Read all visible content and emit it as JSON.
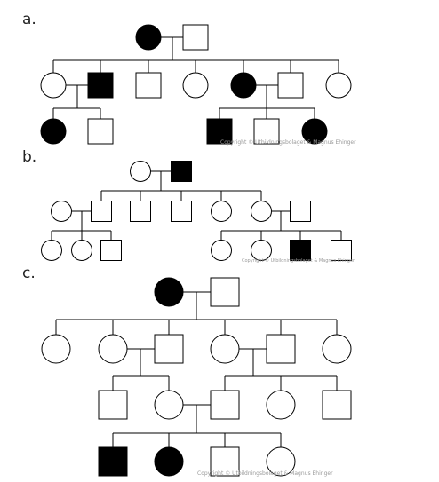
{
  "panels": [
    {
      "label": "a.",
      "copyright": "Copyright © Utbildningsbolaget & Magnus Ehinger",
      "generations": [
        {
          "individuals": [
            {
              "sex": "female",
              "affected": true
            },
            {
              "sex": "male",
              "affected": false
            }
          ]
        },
        {
          "individuals": [
            {
              "sex": "female",
              "affected": false
            },
            {
              "sex": "male",
              "affected": true
            },
            {
              "sex": "male",
              "affected": false
            },
            {
              "sex": "female",
              "affected": false
            },
            {
              "sex": "female",
              "affected": true
            },
            {
              "sex": "male",
              "affected": false
            },
            {
              "sex": "female",
              "affected": false
            }
          ]
        },
        {
          "individuals": [
            {
              "sex": "female",
              "affected": true
            },
            {
              "sex": "male",
              "affected": false
            },
            {
              "sex": "male",
              "affected": true
            },
            {
              "sex": "male",
              "affected": false
            },
            {
              "sex": "female",
              "affected": true
            }
          ]
        }
      ]
    },
    {
      "label": "b.",
      "copyright": "Copyright © Utbildningsbolaget & Magnus Ehinger",
      "generations": [
        {
          "individuals": [
            {
              "sex": "female",
              "affected": false
            },
            {
              "sex": "male",
              "affected": true
            }
          ]
        },
        {
          "individuals": [
            {
              "sex": "female",
              "affected": false
            },
            {
              "sex": "male",
              "affected": false
            },
            {
              "sex": "male",
              "affected": false
            },
            {
              "sex": "male",
              "affected": false
            },
            {
              "sex": "female",
              "affected": false
            },
            {
              "sex": "female",
              "affected": false
            },
            {
              "sex": "male",
              "affected": false
            }
          ]
        },
        {
          "individuals": [
            {
              "sex": "female",
              "affected": false
            },
            {
              "sex": "female",
              "affected": false
            },
            {
              "sex": "male",
              "affected": false
            },
            {
              "sex": "female",
              "affected": false
            },
            {
              "sex": "female",
              "affected": false
            },
            {
              "sex": "male",
              "affected": true
            },
            {
              "sex": "male",
              "affected": false
            }
          ]
        }
      ]
    },
    {
      "label": "c.",
      "copyright": "Copyright © Utbildningsbolaget & Magnus Ehinger",
      "generations": [
        {
          "individuals": [
            {
              "sex": "female",
              "affected": true
            },
            {
              "sex": "male",
              "affected": false
            }
          ]
        },
        {
          "individuals": [
            {
              "sex": "female",
              "affected": false
            },
            {
              "sex": "female",
              "affected": false
            },
            {
              "sex": "male",
              "affected": false
            },
            {
              "sex": "female",
              "affected": false
            },
            {
              "sex": "male",
              "affected": false
            },
            {
              "sex": "female",
              "affected": false
            }
          ]
        },
        {
          "individuals": [
            {
              "sex": "male",
              "affected": false
            },
            {
              "sex": "female",
              "affected": false
            },
            {
              "sex": "male",
              "affected": false
            },
            {
              "sex": "female",
              "affected": false
            },
            {
              "sex": "male",
              "affected": false
            }
          ]
        },
        {
          "individuals": [
            {
              "sex": "male",
              "affected": true
            },
            {
              "sex": "female",
              "affected": true
            },
            {
              "sex": "male",
              "affected": false
            },
            {
              "sex": "female",
              "affected": false
            }
          ]
        }
      ]
    }
  ],
  "colors": {
    "affected": "#000000",
    "unaffected": "#ffffff",
    "line": "#000000"
  }
}
